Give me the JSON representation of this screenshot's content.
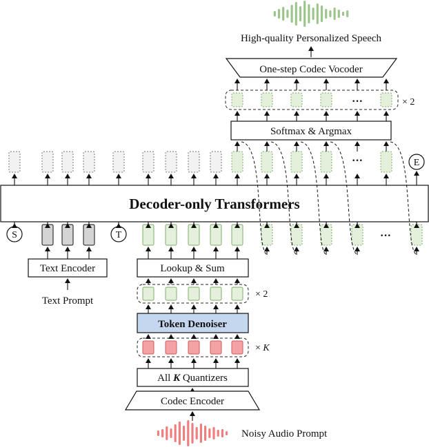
{
  "labels": {
    "output_title": "High-quality Personalized Speech",
    "vocoder": "One-step Codec Vocoder",
    "softmax": "Softmax & Argmax",
    "decoder": "Decoder-only Transformers",
    "text_encoder": "Text Encoder",
    "text_prompt": "Text Prompt",
    "lookup": "Lookup & Sum",
    "denoiser": "Token Denoiser",
    "quantizers_pre": "All ",
    "quantizers_k": "K",
    "quantizers_post": " Quantizers",
    "codec_encoder": "Codec Encoder",
    "noisy_prompt": "Noisy Audio Prompt",
    "ellipsis": "···",
    "times_two": "× 2",
    "times_two_b": "× 2",
    "times_k_pre": "× ",
    "times_k": "K"
  },
  "special_tokens": {
    "start": "S",
    "text": "T",
    "end": "E"
  },
  "colors": {
    "green_fill": "#e4f0dc",
    "green_stroke": "#7fae6c",
    "red_fill": "#f3a3a3",
    "red_stroke": "#cf5a5a",
    "gray_fill": "#d4d4d4",
    "denoiser_fill": "#c5d7ef",
    "output_wave": "#9cc58c",
    "input_wave": "#ef7e7e"
  }
}
